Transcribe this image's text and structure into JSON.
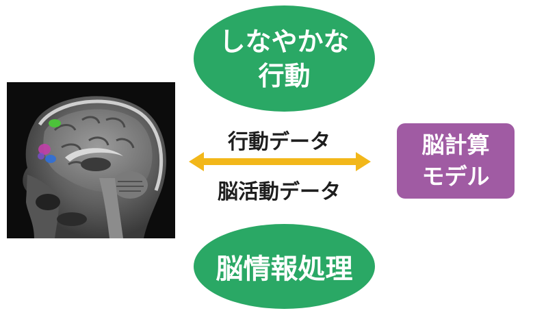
{
  "top_node": {
    "line1": "しなやかな",
    "line2": "行動"
  },
  "bottom_node": {
    "label": "脳情報処理"
  },
  "model_node": {
    "line1": "脳計算",
    "line2": "モデル"
  },
  "arrow": {
    "label_top": "行動データ",
    "label_bottom": "脳活動データ",
    "color": "#f2b71a"
  },
  "colors": {
    "green": "#2aa865",
    "purple": "#a05ba3"
  }
}
